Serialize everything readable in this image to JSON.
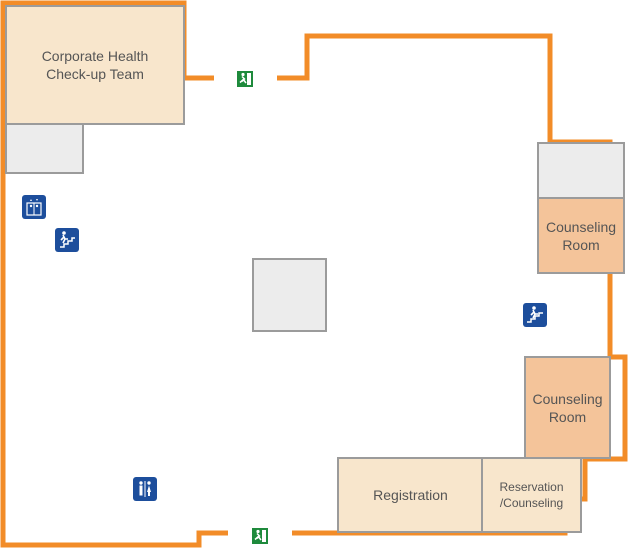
{
  "colors": {
    "wall": "#f28c28",
    "corporate_fill": "#f8e6cc",
    "counseling_fill": "#f4c49a",
    "registration_fill": "#f8e6cc",
    "reservation_fill": "#f8e6cc",
    "gray_fill": "#ececec",
    "room_border": "#9b9b9b",
    "exit_green": "#1e8a3c",
    "sign_blue": "#1d4e9c"
  },
  "rooms": {
    "corporate": "Corporate Health\nCheck-up Team",
    "counseling_1": "Counseling\nRoom",
    "counseling_2": "Counseling\nRoom",
    "registration": "Registration",
    "reservation": "Reservation\n/Counseling"
  },
  "icons": {
    "exit_top": "emergency-exit-icon",
    "exit_bottom": "emergency-exit-icon",
    "elevator": "elevator-icon",
    "stairs_left": "stairs-icon",
    "stairs_right": "stairs-icon",
    "restroom": "restroom-icon"
  }
}
